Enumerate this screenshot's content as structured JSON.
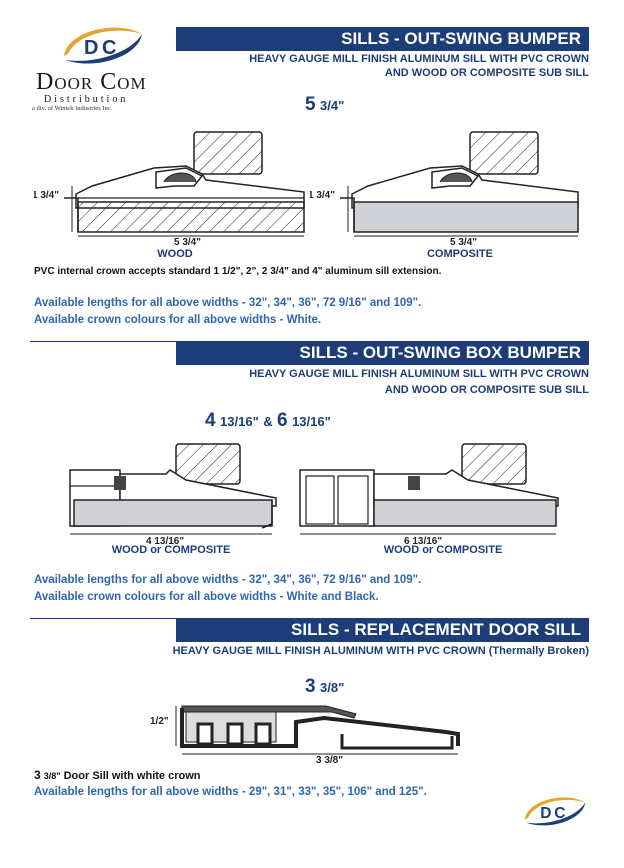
{
  "logo": {
    "name": "Door Com",
    "sub": "Distribution",
    "division": "a div. of Wintek Industries Inc."
  },
  "section1": {
    "title": "SILLS - OUT-SWING BUMPER",
    "subtitle_line1": "HEAVY GAUGE MILL FINISH ALUMINUM SILL WITH PVC CROWN",
    "subtitle_line2": "AND WOOD OR COMPOSITE SUB SILL",
    "width_big": "5",
    "width_small": "3/4\"",
    "diagram1": {
      "height": "1 3/4\"",
      "width": "5 3/4\"",
      "caption": "WOOD"
    },
    "diagram2": {
      "height": "1 3/4\"",
      "width": "5 3/4\"",
      "caption": "COMPOSITE"
    },
    "note": "PVC internal crown accepts standard 1 1/2\", 2\", 2 3/4\" and 4\" aluminum sill extension.",
    "lengths": "Available lengths for all above widths - 32\", 34\", 36\", 72 9/16\" and 109\".",
    "colours": "Available crown colours for all above widths - White."
  },
  "section2": {
    "title": "SILLS - OUT-SWING BOX BUMPER",
    "subtitle_line1": "HEAVY GAUGE MILL FINISH ALUMINUM SILL WITH PVC CROWN",
    "subtitle_line2": "AND WOOD OR COMPOSITE SUB SILL",
    "width_big1": "4",
    "width_small1": "13/16\"",
    "width_amp": "&",
    "width_big2": "6",
    "width_small2": "13/16\"",
    "diagram1": {
      "width": "4 13/16\"",
      "caption": "WOOD or COMPOSITE"
    },
    "diagram2": {
      "width": "6 13/16\"",
      "caption": "WOOD or COMPOSITE"
    },
    "lengths": "Available lengths for all above widths - 32\", 34\", 36\", 72 9/16\" and 109\".",
    "colours": "Available crown colours for all above widths - White and Black."
  },
  "section3": {
    "title": "SILLS - REPLACEMENT DOOR SILL",
    "subtitle": "HEAVY GAUGE MILL FINISH ALUMINUM WITH PVC CROWN (Thermally Broken)",
    "width_big": "3",
    "width_small": "3/8\"",
    "diagram": {
      "height": "1/2\"",
      "width": "3 3/8\""
    },
    "note_big": "3",
    "note_small": "3/8\"",
    "note_rest": "Door Sill with white crown",
    "lengths": "Available lengths for all above widths - 29\", 31\", 33\", 35\", 106\" and 125\"."
  },
  "colors": {
    "brand_blue": "#1c3d78",
    "text_blue": "#2f66ae",
    "composite_gray": "#cfd1d6"
  }
}
